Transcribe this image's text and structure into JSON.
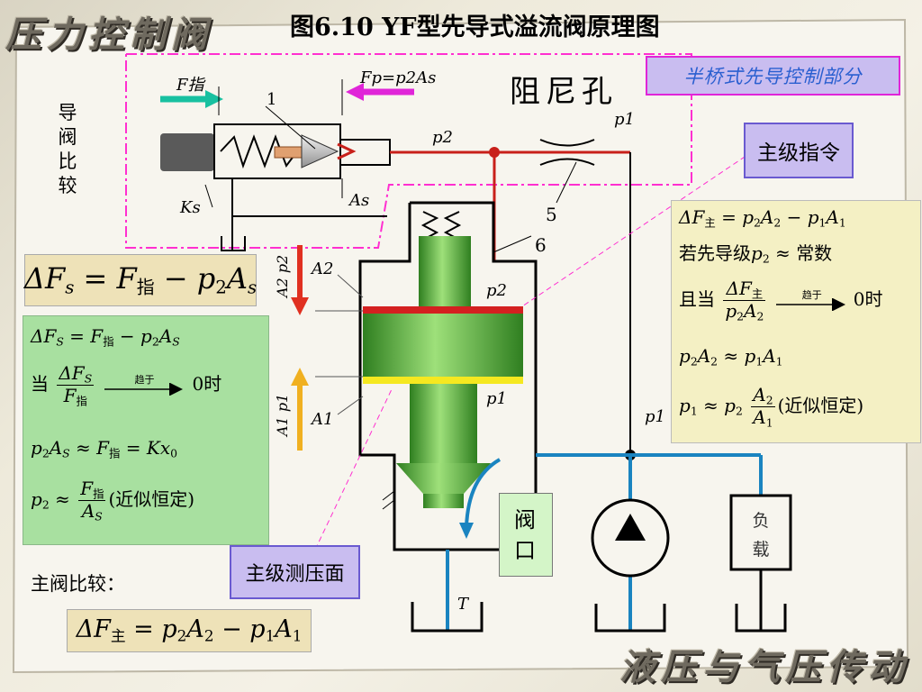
{
  "brand": {
    "top_left": "压力控制阀",
    "bottom_right": "液压与气压传动"
  },
  "title": "图6.10  YF型先导式溢流阀原理图",
  "labels": {
    "half_bridge": "半桥式先导控制部分",
    "main_command": "主级指令",
    "pilot_compare": "导阀比较",
    "main_sense": "主级测压面",
    "valve_port": "阀口",
    "main_compare": "主阀比较：",
    "damping_orifice": "阻尼孔",
    "load": "负载"
  },
  "diagram": {
    "F_cmd": "F指",
    "F_p": "Fp=p2As",
    "K_s": "Ks",
    "A_s": "As",
    "part_1": "1",
    "part_5": "5",
    "part_6": "6",
    "p1": "p1",
    "p2": "p2",
    "A1": "A1",
    "A2": "A2",
    "A2p2": "A2 p2",
    "A1p1": "A1 p1",
    "T": "T"
  },
  "equations": {
    "big_left": "ΔFs = F指 − p2As",
    "green_1": "ΔFS = F指 − p2AS",
    "green_2": "当 ΔFS/F指 趋于→ 0时",
    "green_3": "p2AS ≈ F指 = Kx0",
    "green_4": "p2 ≈ F指/AS (近似恒定)",
    "right_1": "ΔF主 = p2A2 − p1A1",
    "right_2": "若先导级p2 ≈ 常数",
    "right_3": "且当 ΔF主/(p2A2) 趋于→ 0时",
    "right_4": "p2A2 ≈ p1A1",
    "right_5": "p1 ≈ p2 A2/A1 (近似恒定)",
    "bottom": "ΔF主 = p2A2 − p1A1",
    "arrow_word": "趋于",
    "approx_const": "(近似恒定)",
    "time_word": "0时",
    "if_word": "若先导级",
    "const_word": "常数",
    "when_word": "当",
    "and_when_word": "且当"
  },
  "colors": {
    "green_panel": "#a8e0a0",
    "right_panel": "#f4f0c4",
    "purple_box": "#c9bdf0",
    "pink_dash": "#ff2fd0",
    "red_line": "#c8201a",
    "blue_line": "#1a84c0",
    "spool_green": "#5fba3a"
  }
}
